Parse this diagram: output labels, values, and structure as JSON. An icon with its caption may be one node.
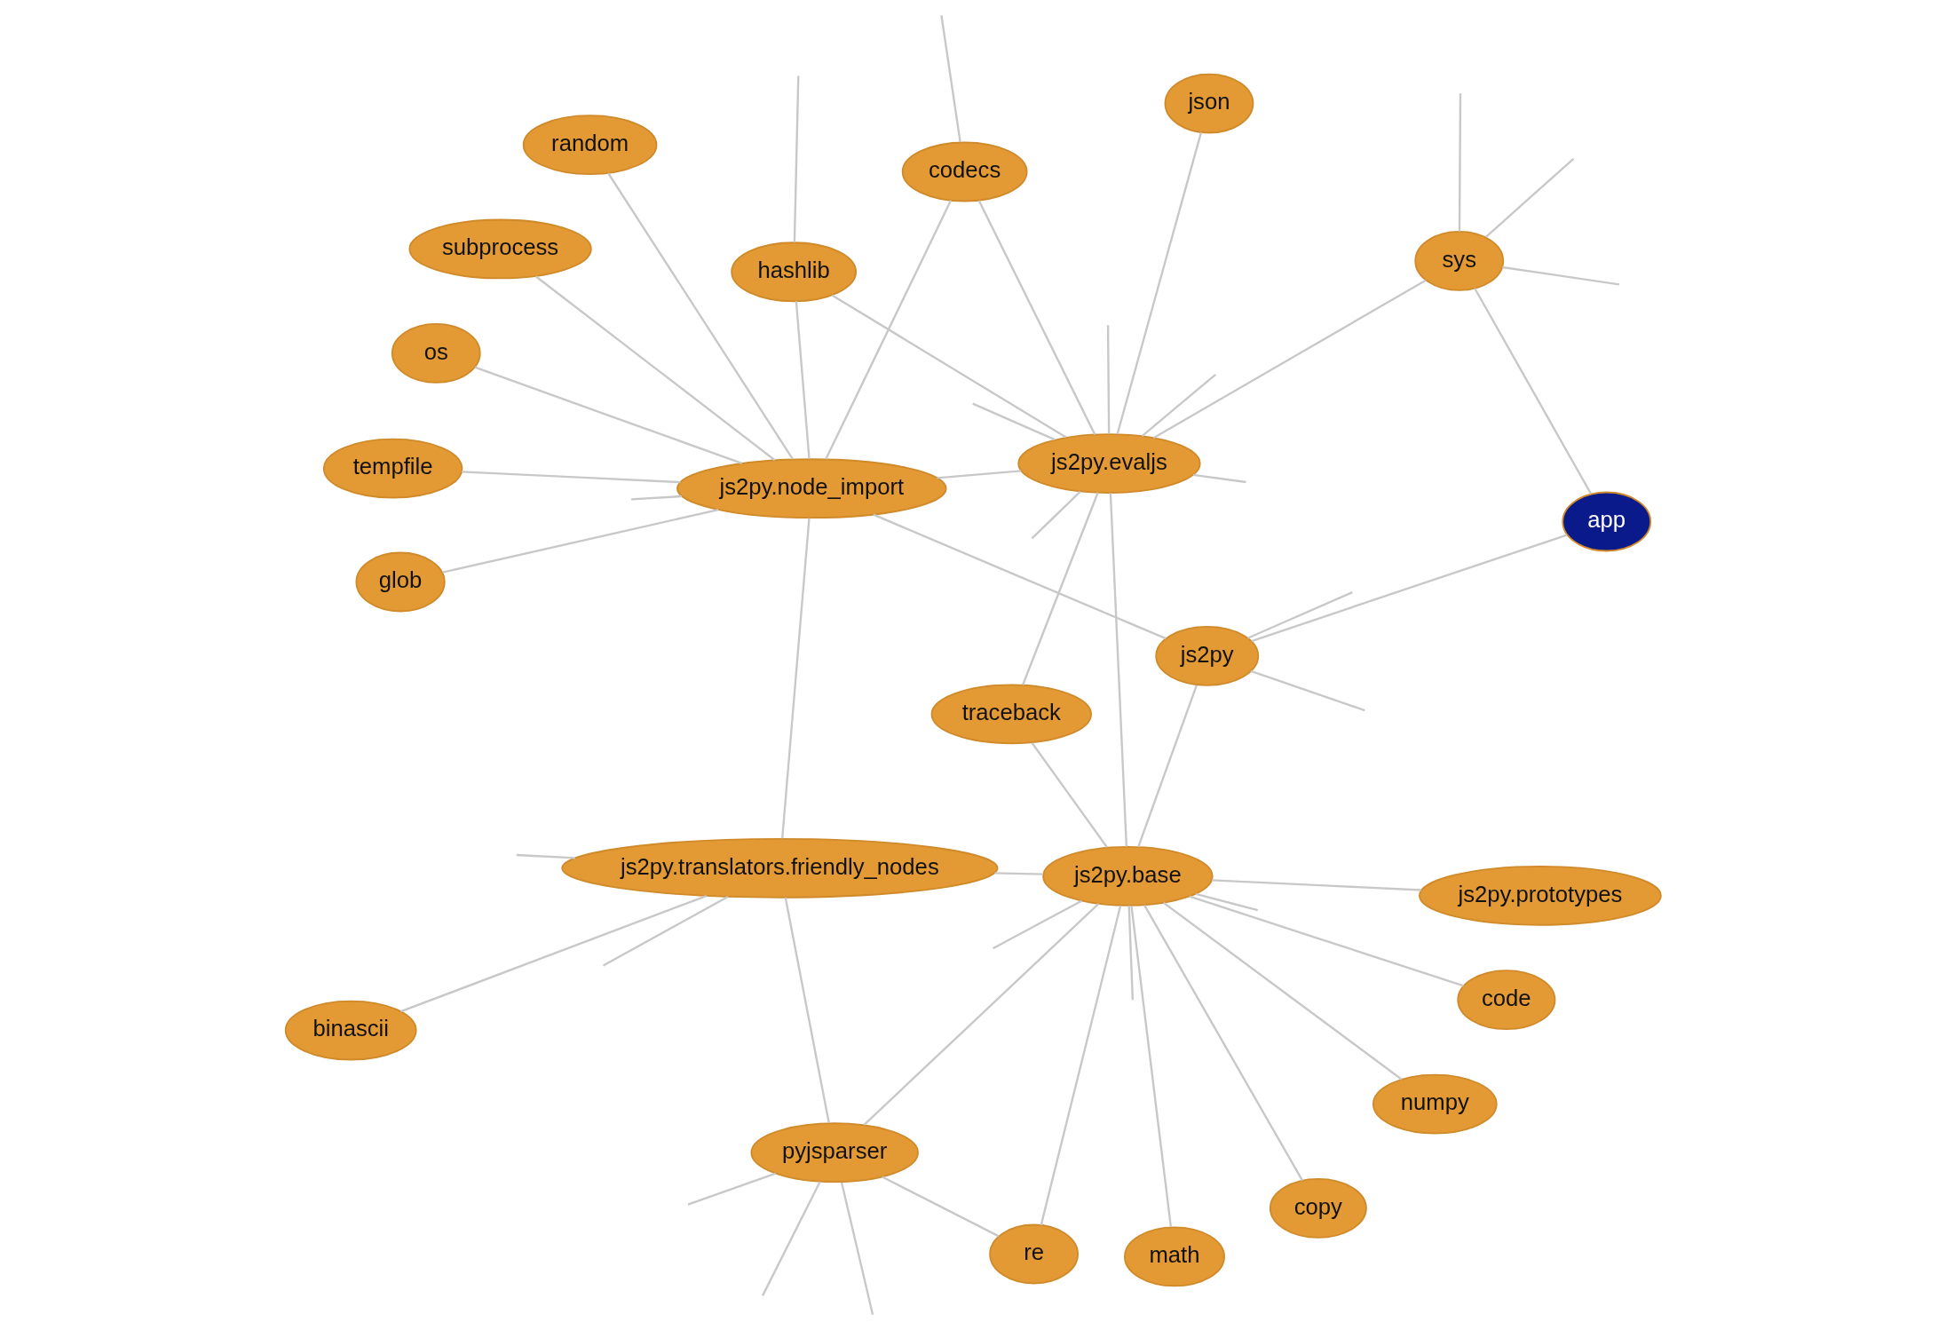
{
  "diagram": {
    "nodes": [
      {
        "text": [
          "binascii"
        ]
      },
      {
        "text": [
          "js2py.translators.friendly_nodes"
        ]
      },
      {
        "text": [
          "numpy"
        ]
      },
      {
        "text": [
          "math"
        ]
      },
      {
        "text": [
          "js2py.base"
        ]
      },
      {
        "text": [
          "code"
        ]
      },
      {
        "text": [
          "js2py.prototypes"
        ]
      },
      {
        "text": [
          "glob"
        ]
      },
      {
        "text": [
          "copy"
        ]
      },
      {
        "text": [
          "subprocess"
        ]
      },
      {
        "text": [
          "random"
        ]
      },
      {
        "text": [
          "traceback"
        ]
      },
      {
        "text": [
          "tempfile"
        ]
      },
      {
        "text": [
          "js2py.node_import"
        ]
      },
      {
        "text": [
          "os"
        ]
      },
      {
        "text": [
          "json"
        ]
      },
      {
        "text": [
          "js2py.evaljs"
        ]
      },
      {
        "text": [
          "hashlib"
        ]
      },
      {
        "text": [
          "re"
        ]
      },
      {
        "text": [
          "sys"
        ]
      },
      {
        "text": [
          "codecs"
        ]
      },
      {
        "text": [
          "js2py"
        ]
      },
      {
        "text": [
          "app"
        ]
      },
      {
        "text": [
          "pyjsparser"
        ]
      }
    ],
    "edges": [
      {
        "from": 0,
        "to": 1,
        "arrow": "none"
      },
      {
        "from": 1,
        "to": 4,
        "arrow": "none"
      },
      {
        "from": 1,
        "to": 13,
        "arrow": "none"
      },
      {
        "from": 1,
        "to": 23,
        "arrow": "none"
      },
      {
        "from": null,
        "to": 1,
        "arrow": "none"
      },
      {
        "from": null,
        "to": 1,
        "arrow": "none"
      },
      {
        "from": 4,
        "to": 2,
        "arrow": "none"
      },
      {
        "from": 4,
        "to": 3,
        "arrow": "none"
      },
      {
        "from": 4,
        "to": 5,
        "arrow": "none"
      },
      {
        "from": 4,
        "to": 6,
        "arrow": "none"
      },
      {
        "from": 4,
        "to": 8,
        "arrow": "none"
      },
      {
        "from": 4,
        "to": 16,
        "arrow": "none"
      },
      {
        "from": 4,
        "to": 11,
        "arrow": "none"
      },
      {
        "from": 4,
        "to": 21,
        "arrow": "none"
      },
      {
        "from": 4,
        "to": 23,
        "arrow": "none"
      },
      {
        "from": 4,
        "to": 18,
        "arrow": "none"
      },
      {
        "from": null,
        "to": 4,
        "arrow": "none"
      },
      {
        "from": null,
        "to": 4,
        "arrow": "none"
      },
      {
        "from": null,
        "to": 4,
        "arrow": "none"
      },
      {
        "from": 11,
        "to": 16,
        "arrow": "none"
      },
      {
        "from": 13,
        "to": 7,
        "arrow": "none"
      },
      {
        "from": 13,
        "to": 10,
        "arrow": "none"
      },
      {
        "from": 13,
        "to": 9,
        "arrow": "none"
      },
      {
        "from": 13,
        "to": 12,
        "arrow": "none"
      },
      {
        "from": 13,
        "to": 14,
        "arrow": "none"
      },
      {
        "from": 13,
        "to": 16,
        "arrow": "none"
      },
      {
        "from": 13,
        "to": 17,
        "arrow": "none"
      },
      {
        "from": 13,
        "to": 20,
        "arrow": "none"
      },
      {
        "from": 13,
        "to": 21,
        "arrow": "none"
      },
      {
        "from": null,
        "to": 13,
        "arrow": "none"
      },
      {
        "from": null,
        "to": 16,
        "arrow": "none"
      },
      {
        "from": null,
        "to": 16,
        "arrow": "none"
      },
      {
        "from": 16,
        "to": 15,
        "arrow": "none"
      },
      {
        "from": 16,
        "to": 17,
        "arrow": "none"
      },
      {
        "from": 16,
        "to": 20,
        "arrow": "none"
      },
      {
        "from": 16,
        "to": 19,
        "arrow": "none"
      },
      {
        "from": 16,
        "to": null,
        "arrow": "none"
      },
      {
        "from": 16,
        "to": null,
        "arrow": "none"
      },
      {
        "from": 16,
        "to": null,
        "arrow": "none"
      },
      {
        "from": null,
        "to": 19,
        "arrow": "none"
      },
      {
        "from": 19,
        "to": 22,
        "arrow": "none"
      },
      {
        "from": 19,
        "to": null,
        "arrow": "none"
      },
      {
        "from": 19,
        "to": null,
        "arrow": "none"
      },
      {
        "from": 22,
        "to": 21,
        "arrow": "none"
      },
      {
        "from": 21,
        "to": null,
        "arrow": "none"
      },
      {
        "from": 21,
        "to": null,
        "arrow": "none"
      },
      {
        "from": 17,
        "to": null,
        "arrow": "none"
      },
      {
        "from": 20,
        "to": null,
        "arrow": "none"
      },
      {
        "from": 18,
        "to": 23,
        "arrow": "none"
      },
      {
        "from": 23,
        "to": null,
        "arrow": "none"
      },
      {
        "from": 23,
        "to": null,
        "arrow": "none"
      },
      {
        "from": 23,
        "to": null,
        "arrow": "none"
      }
    ]
  }
}
